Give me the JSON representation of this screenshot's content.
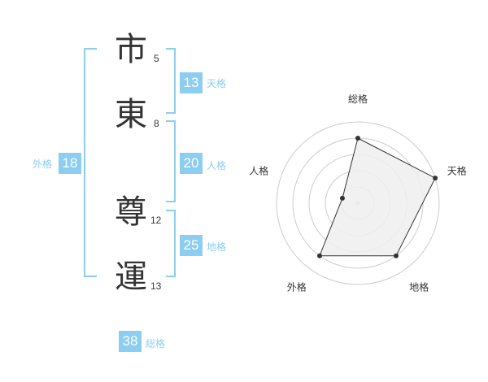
{
  "colors": {
    "accent": "#8ccdf2",
    "badge_bg": "#8ccdf2",
    "label": "#8ccdf2",
    "text": "#333333",
    "radar_fill": "#eeeeee",
    "radar_ring": "#cccccc"
  },
  "name": {
    "characters": [
      {
        "char": "市",
        "strokes": "5"
      },
      {
        "char": "東",
        "strokes": "8"
      },
      {
        "char": "尊",
        "strokes": "12"
      },
      {
        "char": "運",
        "strokes": "13"
      }
    ]
  },
  "fortunes": {
    "tenkaku": {
      "value": "13",
      "label": "天格"
    },
    "jinkaku": {
      "value": "20",
      "label": "人格"
    },
    "chikaku": {
      "value": "25",
      "label": "地格"
    },
    "gaikaku": {
      "value": "18",
      "label": "外格"
    },
    "soukaku": {
      "value": "38",
      "label": "総格"
    }
  },
  "chart_data": {
    "type": "radar",
    "axes": [
      "総格",
      "天格",
      "地格",
      "外格",
      "人格"
    ],
    "levels": 5,
    "values": [
      4,
      5,
      4,
      4,
      1
    ],
    "max": 5
  }
}
